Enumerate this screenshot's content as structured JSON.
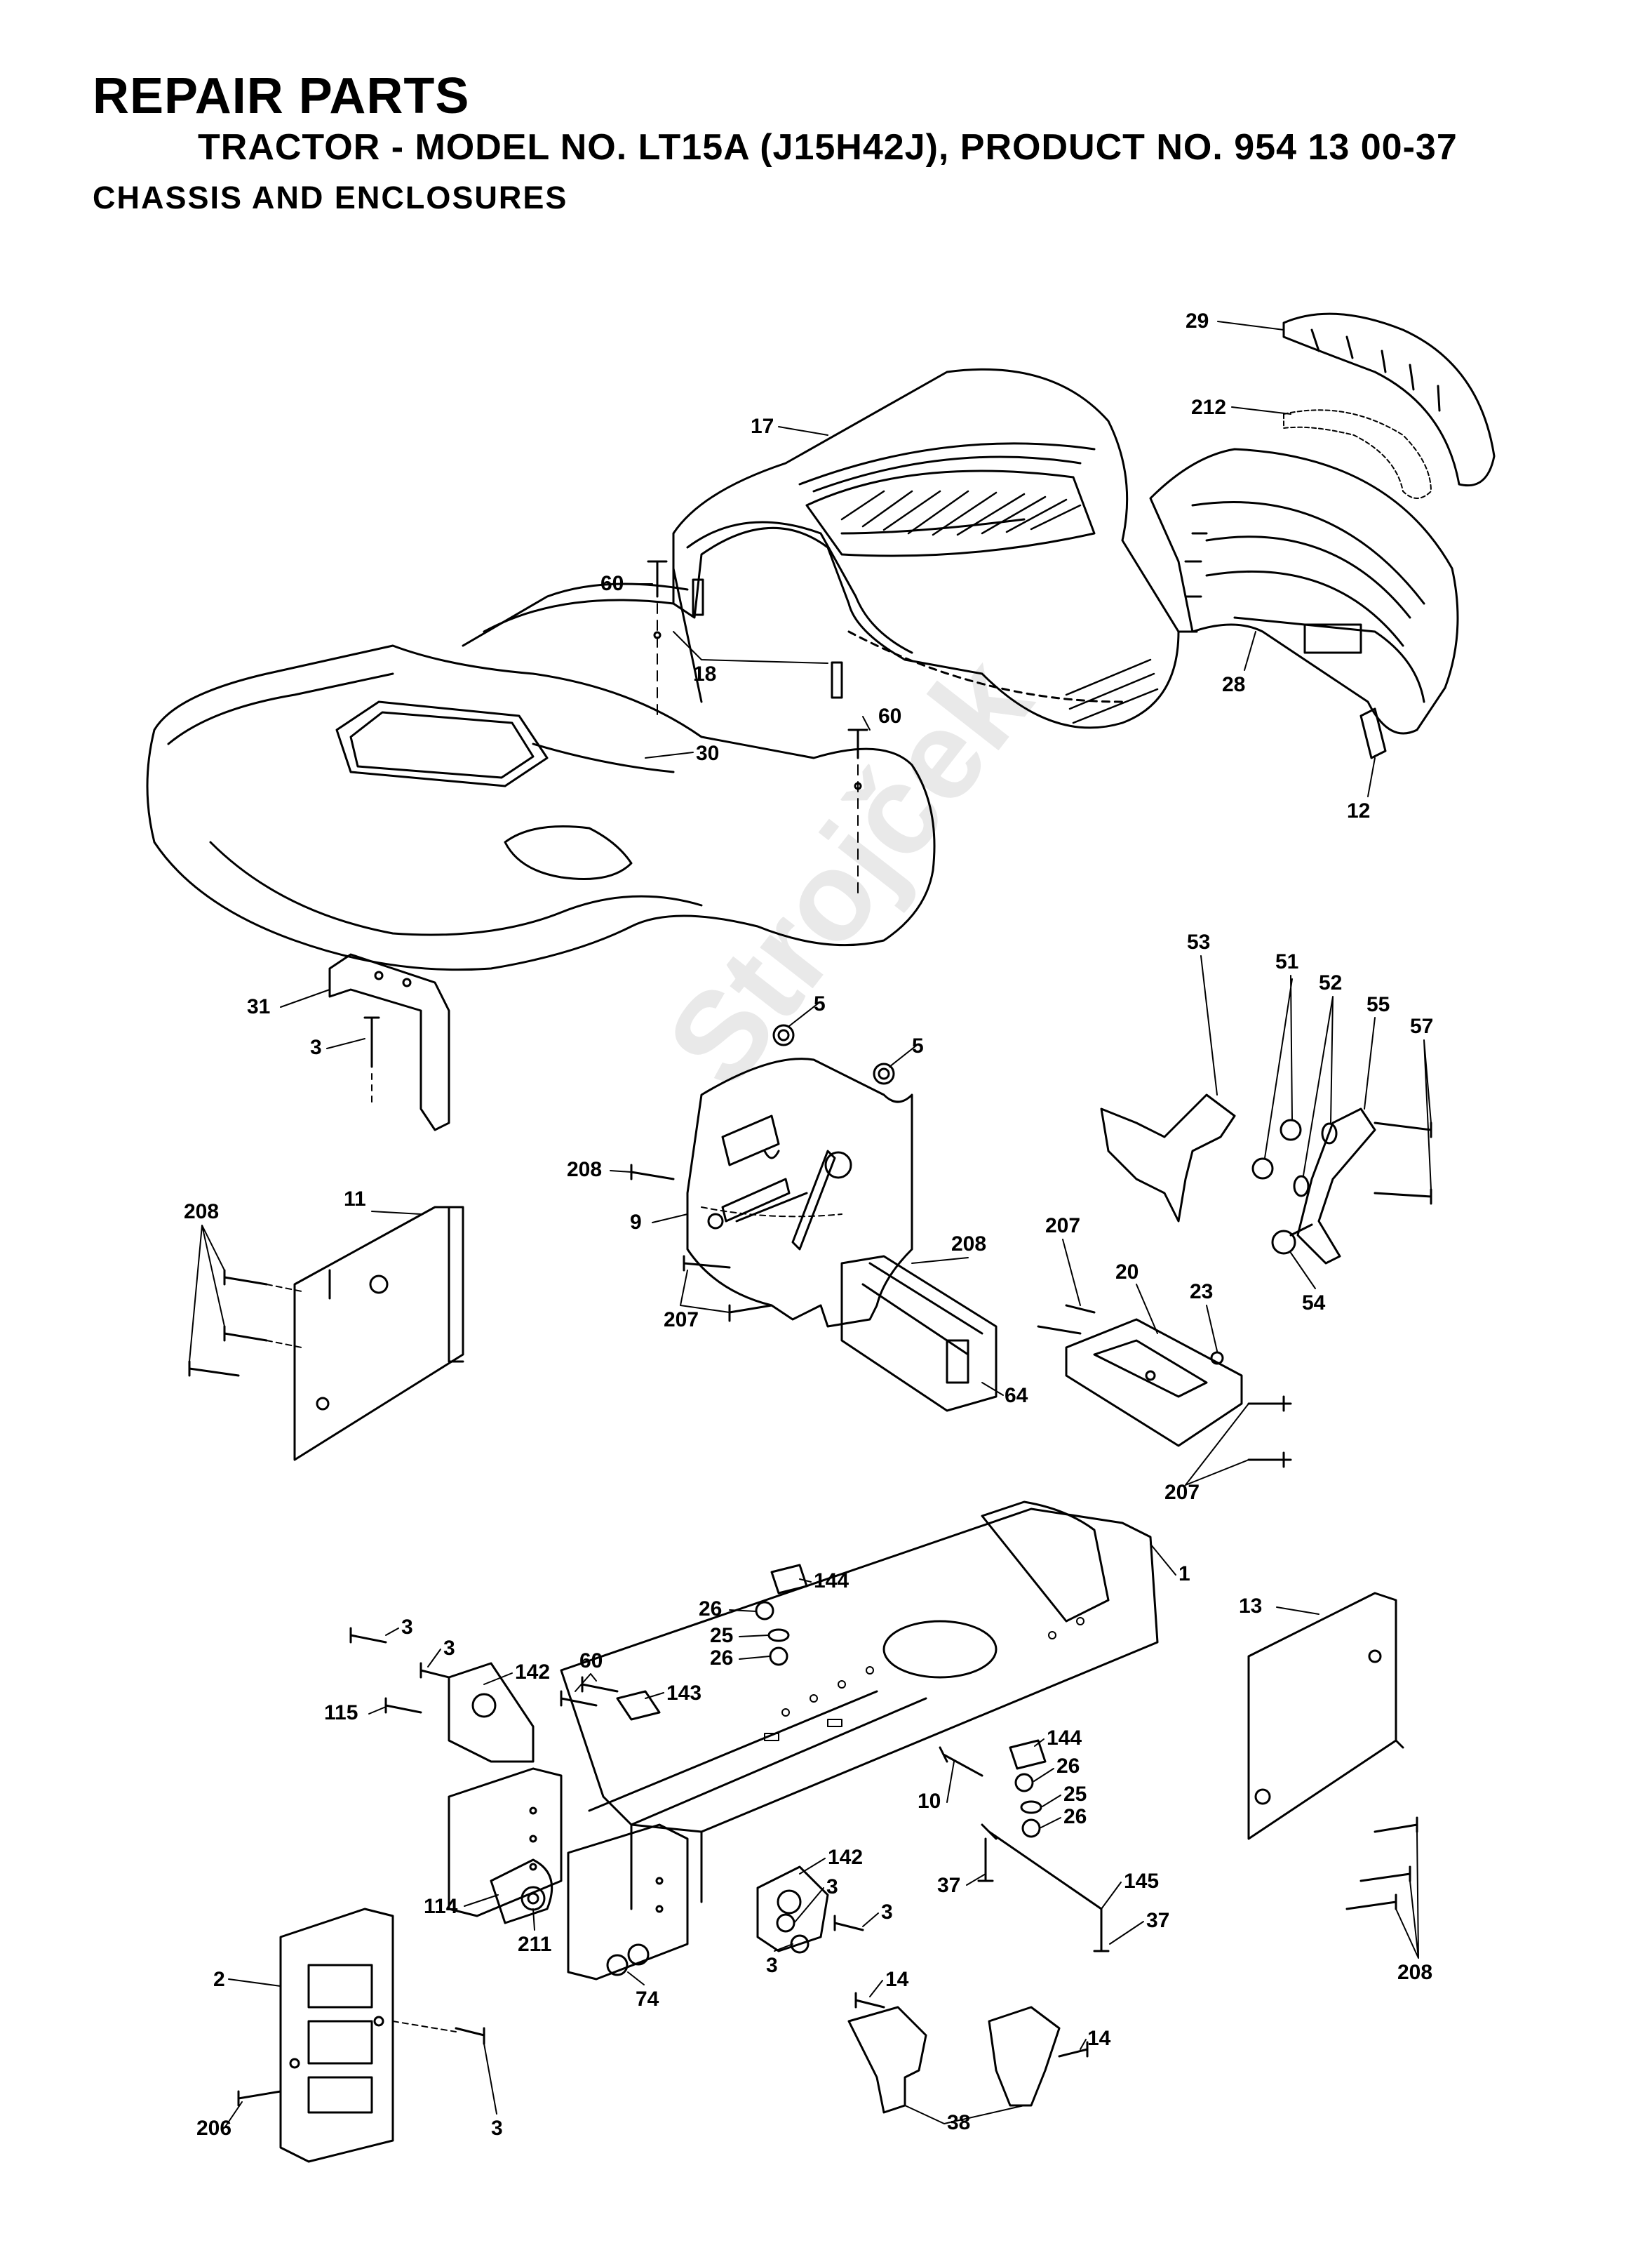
{
  "header": {
    "title": "REPAIR PARTS",
    "model_line": "TRACTOR - MODEL NO. LT15A (J15H42J), PRODUCT NO. 954 13 00-37",
    "section": "CHASSIS AND ENCLOSURES"
  },
  "watermark": "Strojček",
  "callouts": [
    {
      "id": "c29",
      "text": "29"
    },
    {
      "id": "c212",
      "text": "212"
    },
    {
      "id": "c17",
      "text": "17"
    },
    {
      "id": "c60a",
      "text": "60"
    },
    {
      "id": "c18",
      "text": "18"
    },
    {
      "id": "c60b",
      "text": "60"
    },
    {
      "id": "c28",
      "text": "28"
    },
    {
      "id": "c12",
      "text": "12"
    },
    {
      "id": "c30",
      "text": "30"
    },
    {
      "id": "c31",
      "text": "31"
    },
    {
      "id": "c3a",
      "text": "3"
    },
    {
      "id": "c5a",
      "text": "5"
    },
    {
      "id": "c5b",
      "text": "5"
    },
    {
      "id": "c208a",
      "text": "208"
    },
    {
      "id": "c9",
      "text": "9"
    },
    {
      "id": "c53",
      "text": "53"
    },
    {
      "id": "c51",
      "text": "51"
    },
    {
      "id": "c52",
      "text": "52"
    },
    {
      "id": "c55",
      "text": "55"
    },
    {
      "id": "c57",
      "text": "57"
    },
    {
      "id": "c54",
      "text": "54"
    },
    {
      "id": "c208b",
      "text": "208"
    },
    {
      "id": "c11",
      "text": "11"
    },
    {
      "id": "c208c",
      "text": "208"
    },
    {
      "id": "c207a",
      "text": "207"
    },
    {
      "id": "c207b",
      "text": "207"
    },
    {
      "id": "c20",
      "text": "20"
    },
    {
      "id": "c23",
      "text": "23"
    },
    {
      "id": "c64",
      "text": "64"
    },
    {
      "id": "c207c",
      "text": "207"
    },
    {
      "id": "c1",
      "text": "1"
    },
    {
      "id": "c144a",
      "text": "144"
    },
    {
      "id": "c26a",
      "text": "26"
    },
    {
      "id": "c25a",
      "text": "25"
    },
    {
      "id": "c26b",
      "text": "26"
    },
    {
      "id": "c13",
      "text": "13"
    },
    {
      "id": "c3b",
      "text": "3"
    },
    {
      "id": "c3c",
      "text": "3"
    },
    {
      "id": "c60c",
      "text": "60"
    },
    {
      "id": "c142a",
      "text": "142"
    },
    {
      "id": "c143",
      "text": "143"
    },
    {
      "id": "c115",
      "text": "115"
    },
    {
      "id": "c144b",
      "text": "144"
    },
    {
      "id": "c26c",
      "text": "26"
    },
    {
      "id": "c10",
      "text": "10"
    },
    {
      "id": "c25b",
      "text": "25"
    },
    {
      "id": "c26d",
      "text": "26"
    },
    {
      "id": "c37a",
      "text": "37"
    },
    {
      "id": "c145",
      "text": "145"
    },
    {
      "id": "c37b",
      "text": "37"
    },
    {
      "id": "c142b",
      "text": "142"
    },
    {
      "id": "c3d",
      "text": "3"
    },
    {
      "id": "c3e",
      "text": "3"
    },
    {
      "id": "c3f",
      "text": "3"
    },
    {
      "id": "c114",
      "text": "114"
    },
    {
      "id": "c211",
      "text": "211"
    },
    {
      "id": "c74",
      "text": "74"
    },
    {
      "id": "c2",
      "text": "2"
    },
    {
      "id": "c14a",
      "text": "14"
    },
    {
      "id": "c14b",
      "text": "14"
    },
    {
      "id": "c38",
      "text": "38"
    },
    {
      "id": "c206",
      "text": "206"
    },
    {
      "id": "c3g",
      "text": "3"
    },
    {
      "id": "c208d",
      "text": "208"
    }
  ]
}
